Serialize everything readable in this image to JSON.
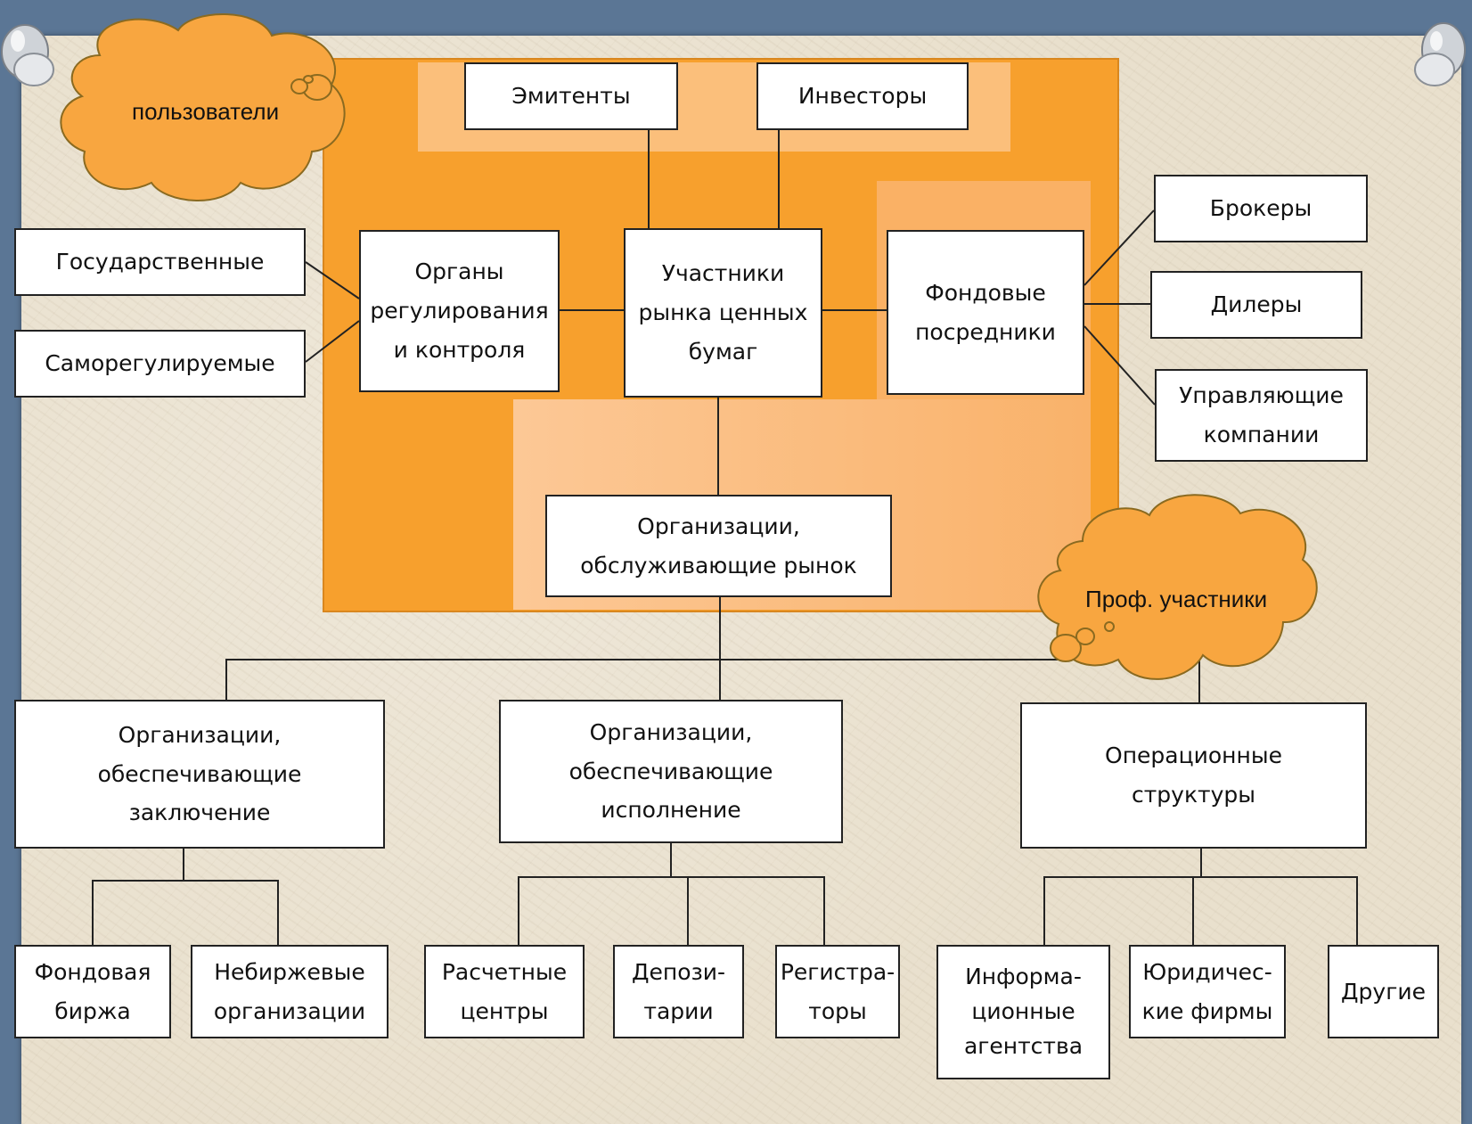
{
  "clouds": {
    "users": "пользователи",
    "prof": "Проф. участники"
  },
  "boxes": {
    "emitents": [
      "Эмитенты"
    ],
    "investors": [
      "Инвесторы"
    ],
    "state": [
      "Государственные"
    ],
    "selfreg": [
      "Саморегулируемые"
    ],
    "regulators": [
      "Органы",
      "регулирования",
      "и контроля"
    ],
    "participants": [
      "Участники",
      "рынка ценных",
      "бумаг"
    ],
    "intermediaries": [
      "Фондовые",
      "посредники"
    ],
    "brokers": [
      "Брокеры"
    ],
    "dealers": [
      "Дилеры"
    ],
    "managers": [
      "Управляющие",
      "компании"
    ],
    "service_orgs": [
      "Организации,",
      "обслуживающие рынок"
    ],
    "conclusion_orgs": [
      "Организации,",
      "обеспечивающие",
      "заключение"
    ],
    "execution_orgs": [
      "Организации,",
      "обеспечивающие",
      "исполнение"
    ],
    "operational": [
      "Операционные",
      "структуры"
    ],
    "exchange": [
      "Фондовая",
      "биржа"
    ],
    "otc": [
      "Небиржевые",
      "организации"
    ],
    "settlement": [
      "Расчетные",
      "центры"
    ],
    "depositories": [
      "Депози-",
      "тарии"
    ],
    "registrars": [
      "Регистра-",
      "торы"
    ],
    "info_agencies": [
      "Информа-",
      "ционные",
      "агентства"
    ],
    "law_firms": [
      "Юридичес-",
      "кие фирмы"
    ],
    "others": [
      "Другие"
    ]
  },
  "colors": {
    "orange": "#f7a02d",
    "light_orange": "#fbc489",
    "lighter_orange": "#f9b36b",
    "cloud": "#f8a640",
    "paper": "#e9e0cd",
    "frame": "#5b7695"
  }
}
